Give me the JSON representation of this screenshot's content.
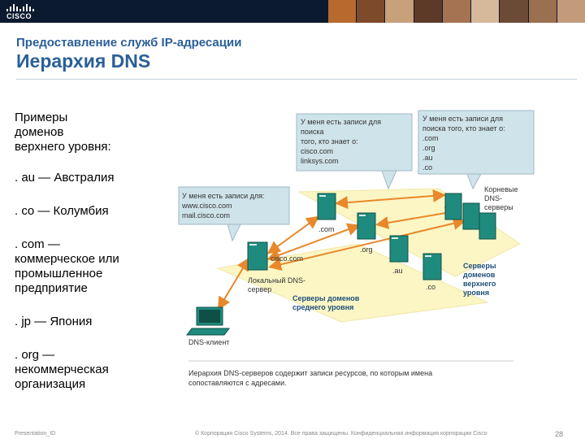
{
  "header": {
    "logo_text": "CISCO",
    "subtitle": "Предоставление служб IP-адресации",
    "title": "Иерархия DNS"
  },
  "examples": {
    "intro": "Примеры доменов верхнего уровня:",
    "items": [
      ". au — Австралия",
      ". co — Колумбия",
      ". com — коммерческое или промышленное предприятие",
      ". jp — Япония",
      ". org — некоммерческая организация"
    ]
  },
  "callouts": {
    "left": [
      "У меня есть записи для:",
      "www.cisco.com",
      "mail.cisco.com"
    ],
    "middle": [
      "У меня есть записи для",
      "поиска",
      "того, кто знает о:",
      "cisco.com",
      "linksys.com"
    ],
    "right": [
      "У меня есть записи для",
      "поиска того, кто знает о:",
      ".com",
      ".org",
      ".au",
      ".co"
    ]
  },
  "diagram": {
    "root_label": [
      "Корневые",
      "DNS-",
      "серверы"
    ],
    "tld_label": [
      "Серверы",
      "доменов",
      "верхнего",
      "уровня"
    ],
    "sld_label": [
      "Серверы доменов",
      "среднего уровня"
    ],
    "local_label": [
      "Локальный DNS-",
      "сервер"
    ],
    "client_label": "DNS-клиент",
    "server_labels": {
      "com": ".com",
      "org": ".org",
      "au": ".au",
      "co": ".co",
      "cisco": "cisco.com"
    },
    "caption": [
      "Иерархия DNS-серверов содержит записи ресурсов, по которым имена",
      "сопоставляются с адресами."
    ]
  },
  "footer": {
    "presentation_id": "Presentation_ID",
    "copyright": "© Корпорация Cisco Systems, 2014. Все права защищены.     Конфиденциальная информация корпорации Cisco",
    "page_number": "28"
  },
  "colors": {
    "brand_blue": "#2a5f99",
    "top_bar": "#0b1a2e",
    "callout_fill": "#cfe3ea",
    "callout_border": "#9fbac6",
    "plane_fill": "#fbf6c4",
    "server_teal": "#1f8b7e",
    "arrow_orange": "#e8882a"
  }
}
